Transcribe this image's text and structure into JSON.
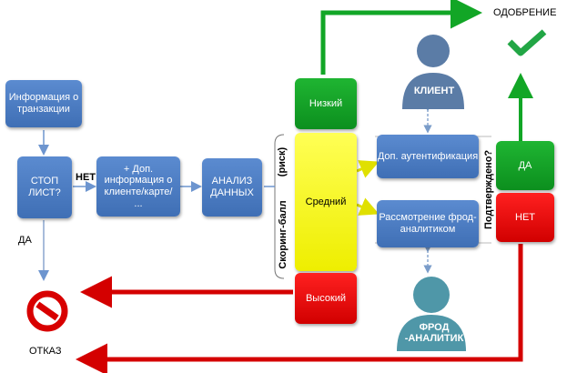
{
  "nodes": {
    "transaction_info": "Информация о транзакции",
    "stop_list": "СТОП ЛИСТ?",
    "extra_info": "+ Доп. информация о клиенте/карте/ ...",
    "data_analysis": "АНАЛИЗ ДАННЫХ",
    "low": "Низкий",
    "medium": "Средний",
    "high": "Высокий",
    "extra_auth": "Доп. аутентификация",
    "fraud_review": "Рассмотрение фрод-аналитиком",
    "yes_box": "ДА",
    "no_box": "НЕТ"
  },
  "labels": {
    "no_arrow": "НЕТ",
    "yes_arrow": "ДА",
    "approval": "ОДОБРЕНИЕ",
    "refusal": "ОТКАЗ",
    "scoring": "Скоринг-балл",
    "risk": "(риск)",
    "confirmed": "Подтверждено?",
    "client": "КЛИЕНТ",
    "fraud_analyst": "ФРОД -АНАЛИТИК"
  },
  "icons": {
    "approval": "checkmark-icon",
    "refusal": "prohibited-icon",
    "client": "person-icon",
    "analyst": "person-icon"
  },
  "colors": {
    "blue": "#4a7cc2",
    "green": "#12a626",
    "yellow": "#ffff22",
    "red": "#e00000",
    "person_client": "#5b7ca6",
    "person_analyst": "#4f97a8"
  }
}
